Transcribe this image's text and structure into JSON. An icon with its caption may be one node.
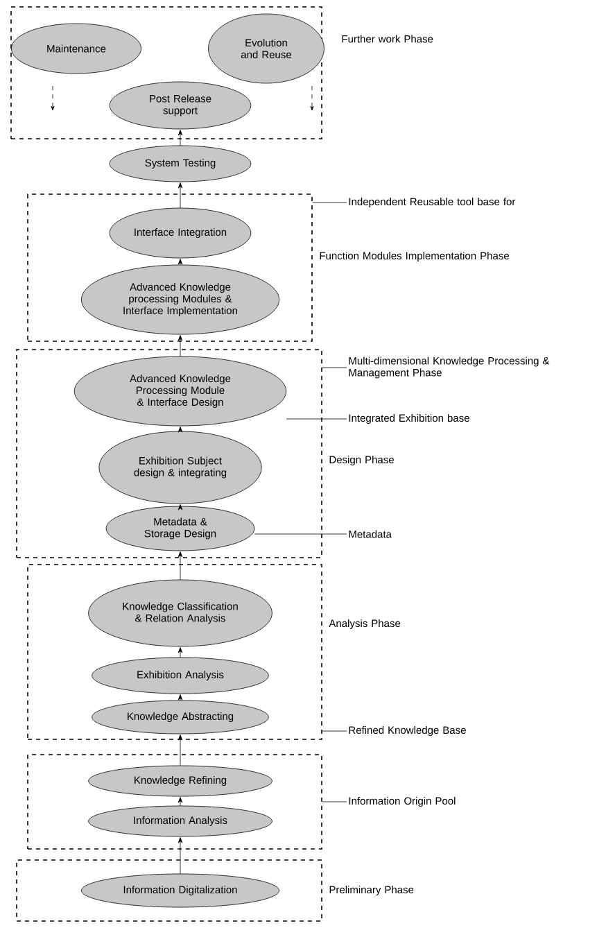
{
  "diagram": {
    "nodes": [
      {
        "text": [],
        "shape": "box",
        "beside": [
          "Further work Phase"
        ]
      },
      {
        "text": [
          "Maintenance"
        ],
        "in": 0
      },
      {
        "text": [
          "Evolution and Reuse"
        ],
        "in": 0
      },
      {
        "text": [
          "Post Release support"
        ],
        "in": 0
      },
      {
        "text": [
          "System Testing"
        ]
      },
      {
        "text": [],
        "shape": "box",
        "beside": [
          "Function Modules Implementation Phase"
        ]
      },
      {
        "text": [
          "Interface Integration"
        ],
        "in": 5
      },
      {
        "text": [
          "Advanced Knowledge processing Modules & Interface Implementation"
        ],
        "in": 5
      },
      {
        "text": [],
        "shape": "box",
        "beside": [
          "Design Phase"
        ]
      },
      {
        "text": [
          "Advanced Knowledge Processing Module & Interface Design"
        ],
        "in": 8
      },
      {
        "text": [
          "Exhibition Subject design & integrating"
        ],
        "in": 8
      },
      {
        "text": [
          "Metadata & Storage Design"
        ],
        "in": 8
      },
      {
        "text": [],
        "shape": "box",
        "beside": [
          "Analysis Phase"
        ]
      },
      {
        "text": [
          "Knowledge Classification & Relation Analysis"
        ],
        "in": 12
      },
      {
        "text": [
          "Exhibition Analysis"
        ],
        "in": 12
      },
      {
        "text": [
          "Knowledge Abstracting"
        ],
        "in": 12
      },
      {
        "text": [],
        "shape": "box"
      },
      {
        "text": [
          "Knowledge Refining"
        ],
        "in": 16
      },
      {
        "text": [
          "Information Analysis"
        ],
        "in": 16
      },
      {
        "text": [],
        "shape": "box",
        "beside": [
          "Preliminary Phase"
        ]
      },
      {
        "text": [
          "Information Digitalization"
        ],
        "in": 19
      },
      {
        "text": [
          "Independent Reusable tool base for"
        ]
      },
      {
        "text": [
          "Multi-dimensional Knowledge Processing & Management Phase"
        ]
      },
      {
        "text": [
          "Integrated Exhibition base"
        ]
      },
      {
        "text": [
          "Metadata"
        ]
      },
      {
        "text": [
          "Refined Knowledge Base"
        ]
      },
      {
        "text": [
          "Information Origin Pool"
        ]
      }
    ],
    "edges": [
      {
        "from": 20,
        "to": 18,
        "arrow": "to"
      },
      {
        "from": 18,
        "to": 17,
        "arrow": "to"
      },
      {
        "from": 17,
        "to": 15,
        "arrow": "to"
      },
      {
        "from": 15,
        "to": 14,
        "arrow": "to"
      },
      {
        "from": 14,
        "to": 13,
        "arrow": "to"
      },
      {
        "from": 13,
        "to": 11,
        "arrow": "to"
      },
      {
        "from": 11,
        "to": 10,
        "arrow": "to"
      },
      {
        "from": 10,
        "to": 9,
        "arrow": "to"
      },
      {
        "from": 9,
        "to": 7,
        "arrow": "to"
      },
      {
        "from": 7,
        "to": 6,
        "arrow": "to"
      },
      {
        "from": 6,
        "to": 4,
        "arrow": "to"
      },
      {
        "from": 4,
        "to": 3,
        "arrow": "to"
      },
      {
        "from": 21,
        "to": 5,
        "arrow": "none"
      },
      {
        "from": 22,
        "to": 8,
        "arrow": "none"
      },
      {
        "from": 23,
        "to": 9,
        "arrow": "none"
      },
      {
        "from": 24,
        "to": 11,
        "arrow": "none"
      },
      {
        "from": 25,
        "to": 12,
        "arrow": "none"
      },
      {
        "from": 26,
        "to": 16,
        "arrow": "none"
      }
    ]
  }
}
